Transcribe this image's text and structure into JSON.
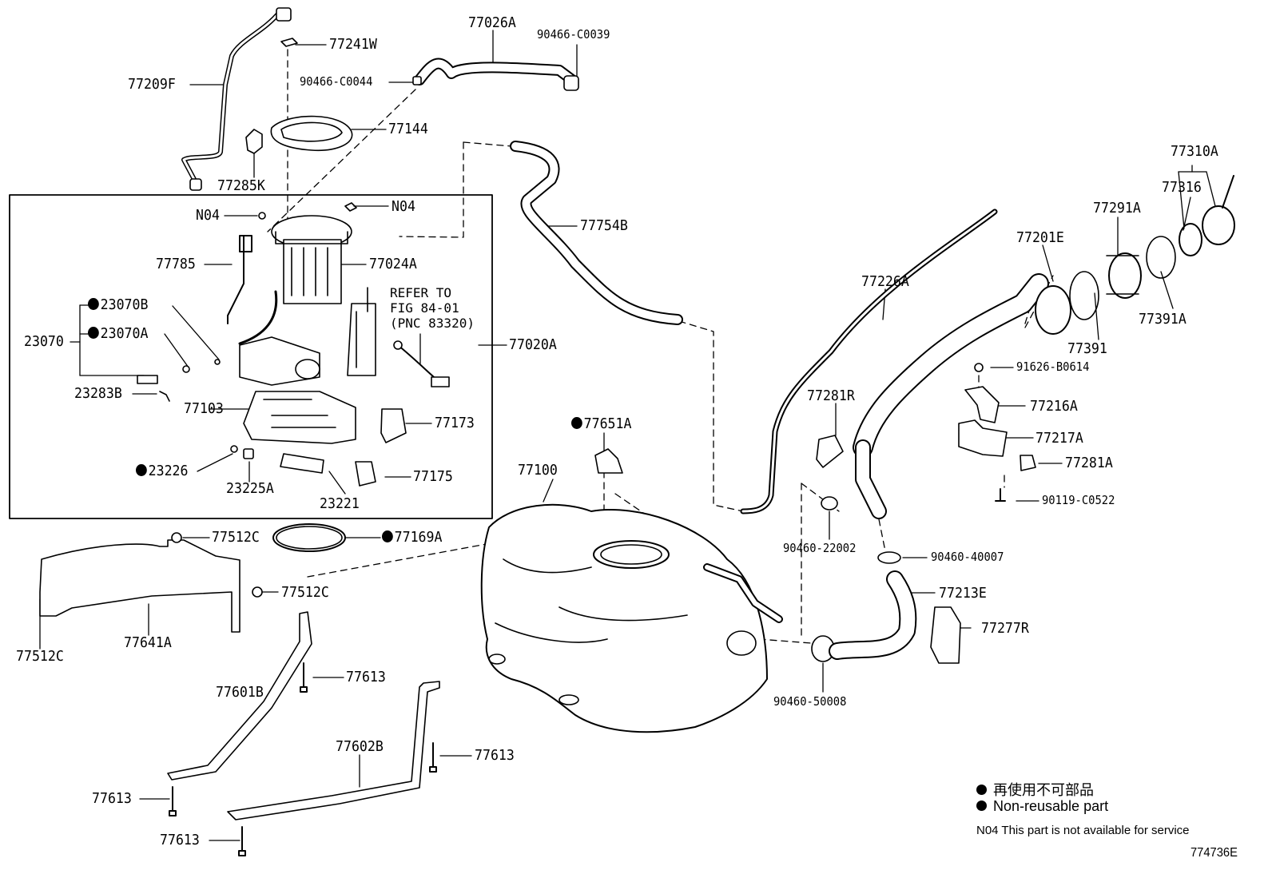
{
  "diagram": {
    "figure_id": "774736E",
    "reference_note": [
      "REFER TO",
      "FIG 84-01",
      "(PNC 83320)"
    ],
    "labels": {
      "p77209F": "77209F",
      "p77241W": "77241W",
      "p77026A": "77026A",
      "p90466C0039": "90466-C0039",
      "p90466C0044": "90466-C0044",
      "p77144": "77144",
      "p77285K": "77285K",
      "pN04a": "N04",
      "pN04b": "N04",
      "p77754B": "77754B",
      "p77785": "77785",
      "p77024A": "77024A",
      "p23070B": "23070B",
      "p23070": "23070",
      "p23070A": "23070A",
      "p77020A": "77020A",
      "p23283B": "23283B",
      "p77103": "77103",
      "p77173": "77173",
      "p23226": "23226",
      "p77175": "77175",
      "p23225A": "23225A",
      "p23221": "23221",
      "p77651A": "77651A",
      "p77100": "77100",
      "p77512Ca": "77512C",
      "p77169A": "77169A",
      "p77512Cb": "77512C",
      "p77512Cc": "77512C",
      "p77641A": "77641A",
      "p77613a": "77613",
      "p77601B": "77601B",
      "p77602B": "77602B",
      "p77613b": "77613",
      "p77613c": "77613",
      "p77613d": "77613",
      "p77310A": "77310A",
      "p77316": "77316",
      "p77291A": "77291A",
      "p77201E": "77201E",
      "p77226A": "77226A",
      "p77391": "77391",
      "p77391A": "77391A",
      "p91626B0614": "91626-B0614",
      "p77281R": "77281R",
      "p77216A": "77216A",
      "p77217A": "77217A",
      "p77281A": "77281A",
      "p90119C0522": "90119-C0522",
      "p9046022002": "90460-22002",
      "p9046040007": "90460-40007",
      "p77213E": "77213E",
      "p77277R": "77277R",
      "p9046050008": "90460-50008"
    }
  },
  "legend": {
    "line1": "再使用不可部品",
    "line2": "Non-reusable part",
    "note": "N04  This part is not available for service"
  }
}
